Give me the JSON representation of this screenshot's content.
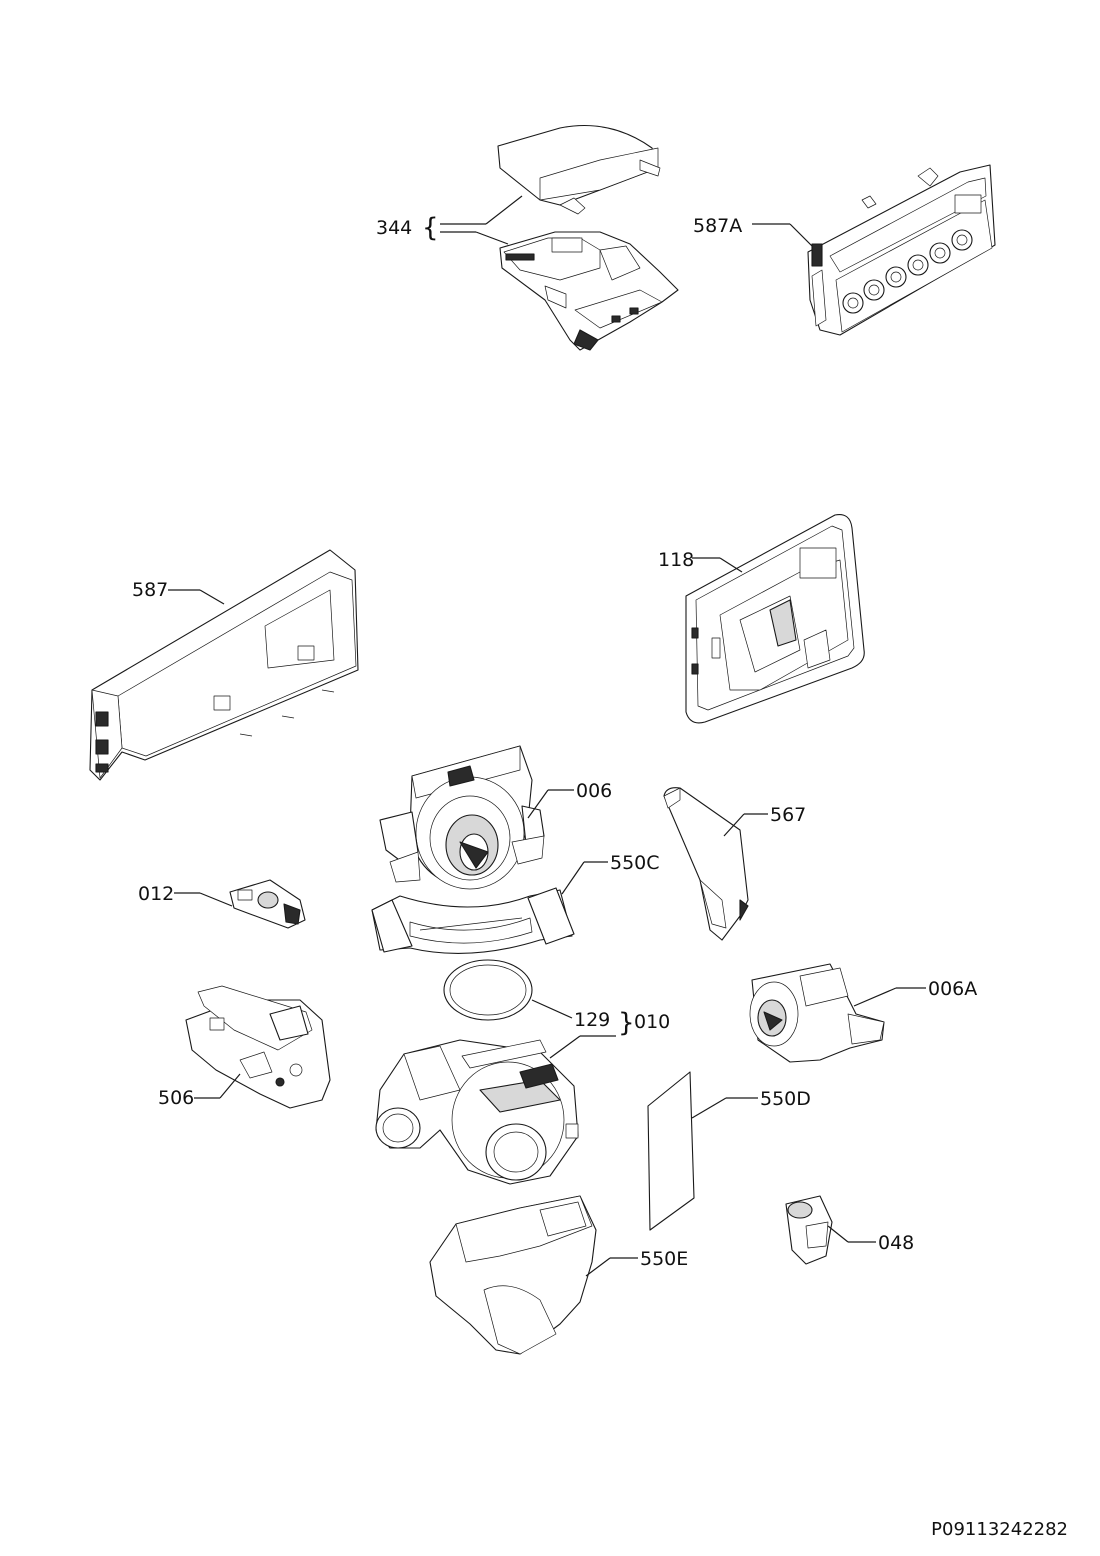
{
  "diagram": {
    "parts": [
      {
        "id": "p344",
        "label": "344"
      },
      {
        "id": "p587A",
        "label": "587A"
      },
      {
        "id": "p118",
        "label": "118"
      },
      {
        "id": "p587",
        "label": "587"
      },
      {
        "id": "p006",
        "label": "006"
      },
      {
        "id": "p550C",
        "label": "550C"
      },
      {
        "id": "p567",
        "label": "567"
      },
      {
        "id": "p012",
        "label": "012"
      },
      {
        "id": "p006A",
        "label": "006A"
      },
      {
        "id": "p129",
        "label": "129"
      },
      {
        "id": "p010",
        "label": "010"
      },
      {
        "id": "p506",
        "label": "506"
      },
      {
        "id": "p550D",
        "label": "550D"
      },
      {
        "id": "p048",
        "label": "048"
      },
      {
        "id": "p550E",
        "label": "550E"
      }
    ],
    "brace_open": "{",
    "brace_close": "}",
    "document_number": "P09113242282"
  }
}
